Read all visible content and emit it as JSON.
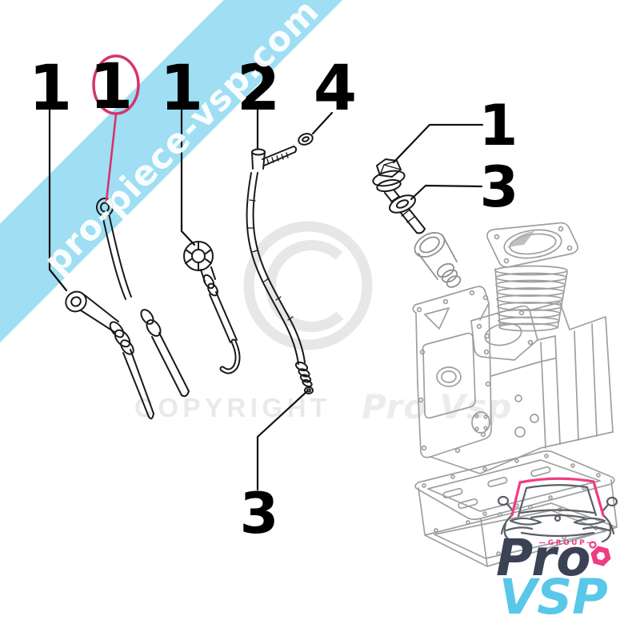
{
  "image": {
    "kind": "spare-parts-exploded-diagram",
    "subject": "oil dipsticks, guide tube, plug bolt and engine block",
    "background": "#ffffff"
  },
  "ribbon": {
    "text": "pro-piece-vsp.com",
    "band_color": "#9fdef3",
    "text_color": "#ffffff"
  },
  "watermark": {
    "copyright": "COPYRIGHT",
    "brand": "Pro Vsp",
    "symbol": "copyright-circle",
    "color": "#e9e9e9",
    "brand_color": "#ececec"
  },
  "callouts": {
    "dipstick_1": "1",
    "dipstick_2": "1",
    "dipstick_3": "1",
    "tube": "2",
    "seal_washer": "4",
    "plug_bolt": "1",
    "plug_washer": "3",
    "tube_seal": "3",
    "highlight_color": "#d6336c",
    "line_color": "#111111"
  },
  "logo": {
    "group": "—GROUP—",
    "name": "Pro",
    "suffix": "VSP",
    "name_color": "#3a4254",
    "suffix_color": "#59c7e8",
    "accent_color": "#ee3d82",
    "car_color": "#5a5f68"
  },
  "drawing": {
    "part_line_color": "#1a1a1a",
    "engine_line_color": "#9a9a9a"
  }
}
